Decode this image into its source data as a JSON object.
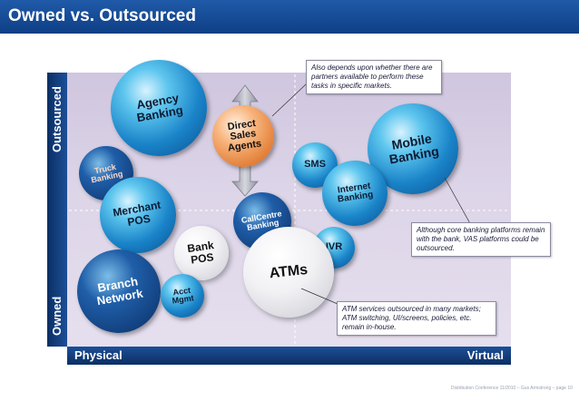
{
  "title": "Owned vs. Outsourced",
  "axes": {
    "y_top": "Outsourced",
    "y_bottom": "Owned",
    "x_left": "Physical",
    "x_right": "Virtual"
  },
  "bubbles": {
    "agency_banking": [
      "Agency",
      "Banking"
    ],
    "direct_sales_agents": [
      "Direct",
      "Sales",
      "Agents"
    ],
    "mobile_banking": [
      "Mobile",
      "Banking"
    ],
    "truck_banking": [
      "Truck",
      "Banking"
    ],
    "sms": "SMS",
    "internet_banking": [
      "Internet",
      "Banking"
    ],
    "merchant_pos": [
      "Merchant",
      "POS"
    ],
    "callcentre_banking": [
      "CallCentre",
      "Banking"
    ],
    "ivr": "IVR",
    "bank_pos": [
      "Bank",
      "POS"
    ],
    "atms": "ATMs",
    "branch_network": [
      "Branch",
      "Network"
    ],
    "acct_mgmt": [
      "Acct",
      "Mgmt"
    ]
  },
  "notes": {
    "partners": "Also depends upon whether there are partners available to perform these tasks in specific markets.",
    "mobile": "Although core banking platforms remain with the bank, VAS platforms could be outsourced.",
    "atms": "ATM services outsourced in many markets; ATM switching, UI/screens, policies, etc. remain in-house."
  },
  "footer": "Distribution Conference 11/2010 – Gus Armstrong – page 10"
}
